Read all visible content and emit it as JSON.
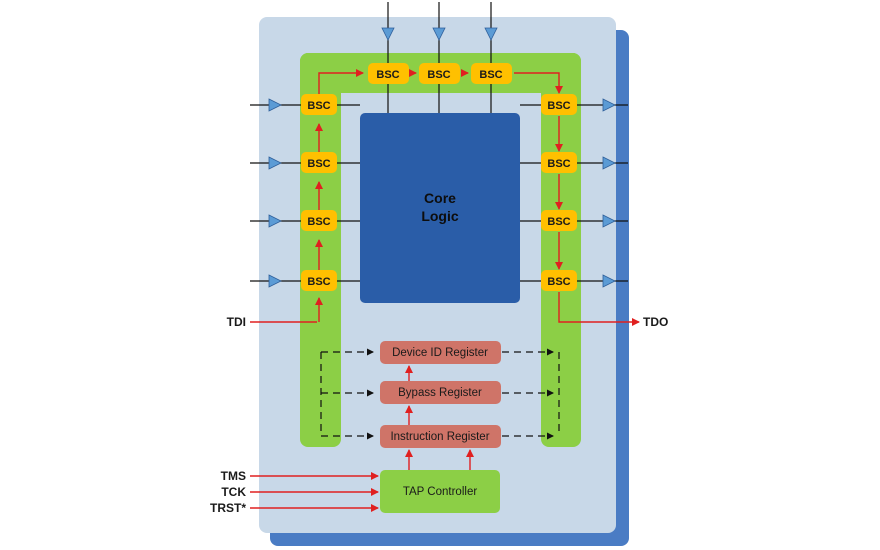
{
  "diagram": {
    "bsc_label": "BSC",
    "core_line1": "Core",
    "core_line2": "Logic",
    "registers": {
      "device_id": "Device ID Register",
      "bypass": "Bypass Register",
      "instruction": "Instruction Register"
    },
    "tap_controller": "TAP Controller",
    "signals": {
      "tdi": "TDI",
      "tdo": "TDO",
      "tms": "TMS",
      "tck": "TCK",
      "trst": "TRST*"
    },
    "colors": {
      "chip_body": "#c8d8e8",
      "chip_shadow": "#4a7cc4",
      "scan_path": "#8ccf46",
      "bsc": "#ffc000",
      "core": "#2a5da8",
      "register": "#cf7468",
      "tap": "#8ccf46",
      "data_arrow": "#e02020",
      "pin_buffer": "#5b9bd5"
    }
  }
}
